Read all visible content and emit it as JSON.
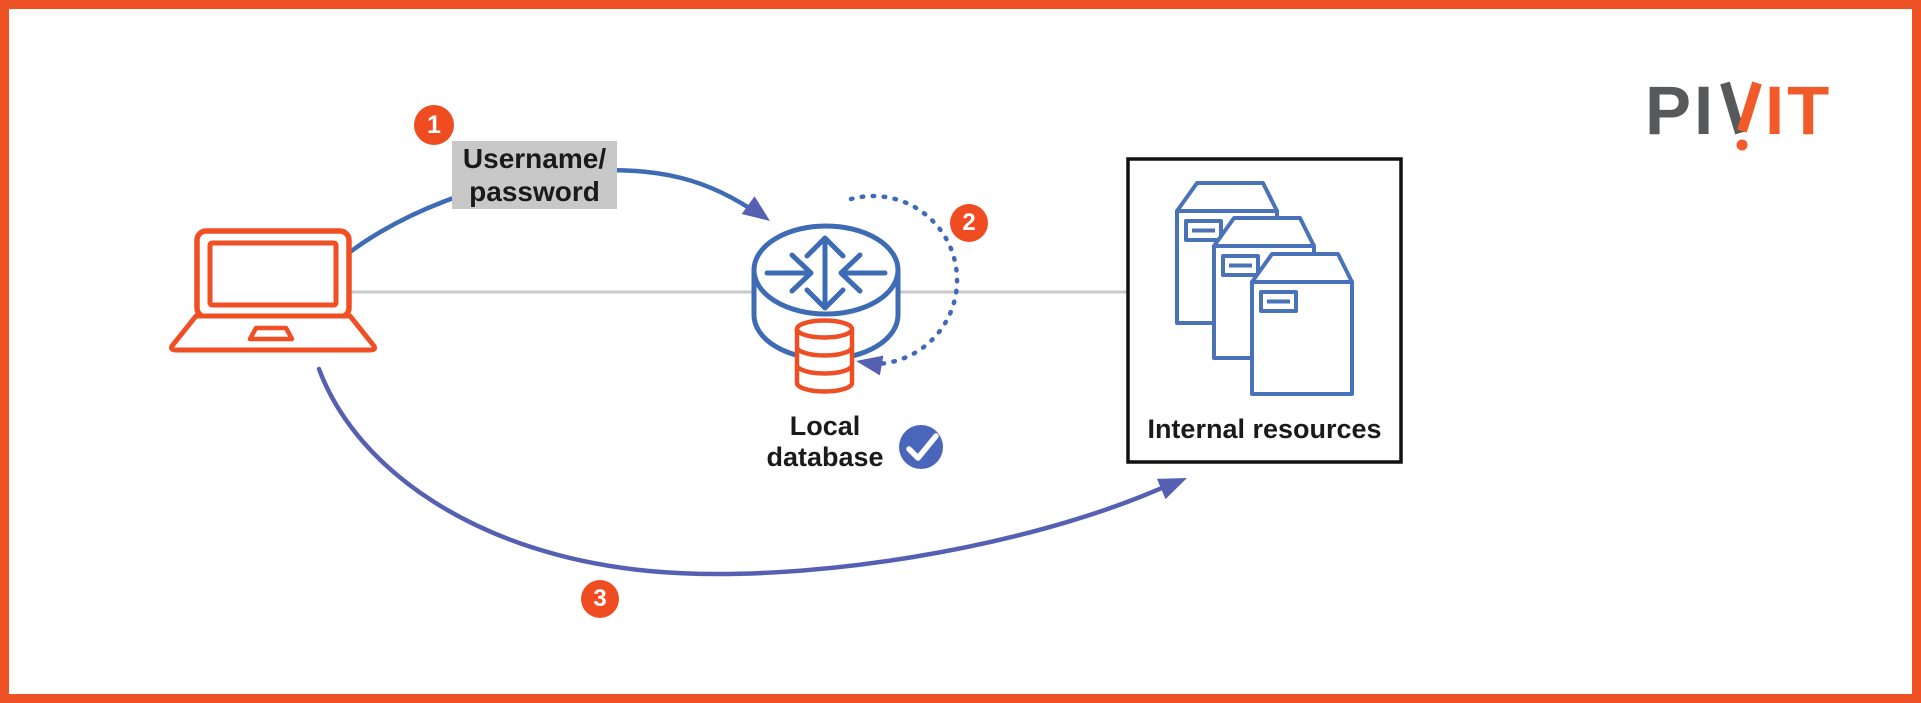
{
  "page": {
    "frame_color": "#EE5224",
    "background": "#FFFFFF"
  },
  "logo": {
    "brand": "PIVIT",
    "gray_part": "PI",
    "v_letter": "V",
    "orange_part": "IT",
    "colors": {
      "gray": "#58595B",
      "orange": "#F15A29"
    }
  },
  "diagram": {
    "badges": {
      "step1": "1",
      "step2": "2",
      "step3": "3"
    },
    "labels": {
      "credentials": "Username/\npassword",
      "local_database": "Local\ndatabase",
      "internal_resources": "Internal resources"
    },
    "icons": {
      "laptop": "laptop-icon: orange outline notebook computer",
      "router": "router-icon: blue cylinder with four directional arrows",
      "database": "database-icon: orange stacked-disk cylinder",
      "servers": "server-stack-icon: three overlapping blue boxes",
      "check": "check-circle-icon: blue circle with white tick"
    },
    "colors": {
      "orange": "#F04E23",
      "badge_orange": "#F04C22",
      "arrow_blue": "#3E6CB4",
      "arrow_indigo": "#5560B2",
      "check_blue": "#4A66BA",
      "server_blue": "#4A72B8",
      "label_bg": "#C8C8C8",
      "line_gray": "#C9C9C9",
      "box_border": "#111111",
      "text": "#1A1A1A"
    }
  }
}
